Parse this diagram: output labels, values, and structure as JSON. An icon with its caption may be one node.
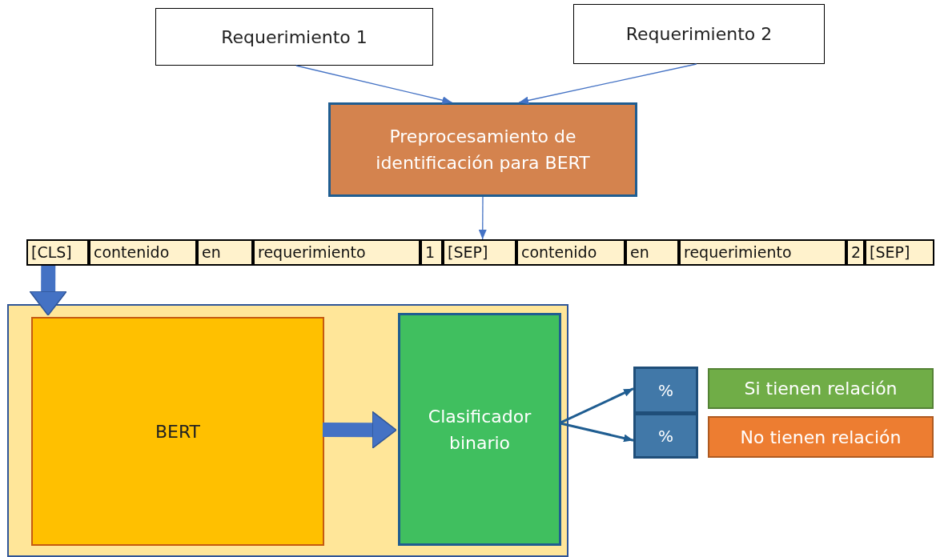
{
  "diagram": {
    "nodes": [
      {
        "text": [
          "Requerimiento 1"
        ]
      },
      {
        "text": [
          "Requerimiento 2"
        ]
      },
      {
        "text": [
          "Preprocesamiento de identificación para BERT"
        ]
      },
      {
        "text": [
          "[CLS]"
        ]
      },
      {
        "text": [
          "contenido"
        ]
      },
      {
        "text": [
          "en"
        ]
      },
      {
        "text": [
          "requerimiento"
        ]
      },
      {
        "text": [
          "1"
        ]
      },
      {
        "text": [
          "[SEP]"
        ]
      },
      {
        "text": [
          "contenido"
        ]
      },
      {
        "text": [
          "en"
        ]
      },
      {
        "text": [
          "requerimiento"
        ]
      },
      {
        "text": [
          "2"
        ]
      },
      {
        "text": [
          "[SEP]"
        ]
      },
      {
        "text": [],
        "shape": "box"
      },
      {
        "text": [
          "BERT"
        ],
        "in": 14
      },
      {
        "text": [
          "Clasificador binario"
        ],
        "in": 14
      },
      {
        "text": [
          "%"
        ]
      },
      {
        "text": [
          "%"
        ]
      },
      {
        "text": [
          "Si tienen relación"
        ]
      },
      {
        "text": [
          "No tienen relación"
        ]
      }
    ],
    "edges": [
      {
        "from": 0,
        "to": 2,
        "arrow": "to"
      },
      {
        "from": 1,
        "to": 2,
        "arrow": "to"
      },
      {
        "from": 2,
        "to": 8,
        "arrow": "to"
      },
      {
        "from": 3,
        "to": 15,
        "arrow": "to",
        "style": "thick"
      },
      {
        "from": 15,
        "to": 16,
        "arrow": "to",
        "style": "thick"
      },
      {
        "from": 16,
        "to": 17,
        "arrow": "to",
        "color": "#1f5d91"
      },
      {
        "from": 16,
        "to": 18,
        "arrow": "to",
        "color": "#1f5d91"
      }
    ]
  }
}
